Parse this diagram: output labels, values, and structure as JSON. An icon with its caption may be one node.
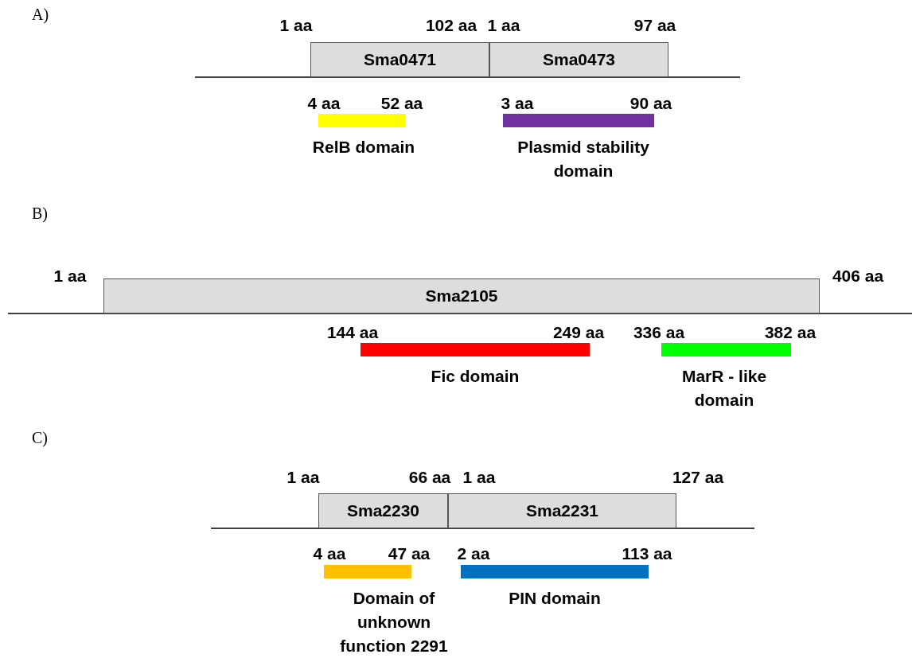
{
  "diagram": {
    "nodes": [
      {
        "text": [
          "Sma0471"
        ]
      },
      {
        "text": [
          "Sma0473"
        ]
      },
      {
        "text": [
          "RelB domain"
        ]
      },
      {
        "text": [
          "Plasmid stability domain"
        ]
      },
      {
        "text": [
          "Sma2105"
        ]
      },
      {
        "text": [
          "Fic domain"
        ]
      },
      {
        "text": [
          "MarR - like domain"
        ]
      },
      {
        "text": [
          "Sma2230"
        ]
      },
      {
        "text": [
          "Sma2231"
        ]
      },
      {
        "text": [
          "Domain of unknown function 2291"
        ]
      },
      {
        "text": [
          "PIN domain"
        ]
      }
    ],
    "edges": [],
    "labels": [
      "A)",
      "1 aa",
      "102 aa",
      "1 aa",
      "97 aa",
      "4 aa",
      "52 aa",
      "3 aa",
      "90 aa",
      "B)",
      "1 aa",
      "406 aa",
      "144 aa",
      "249 aa",
      "336 aa",
      "382 aa",
      "C)",
      "1 aa",
      "66 aa",
      "1 aa",
      "127 aa",
      "4 aa",
      "47 aa",
      "2 aa",
      "113 aa"
    ]
  }
}
